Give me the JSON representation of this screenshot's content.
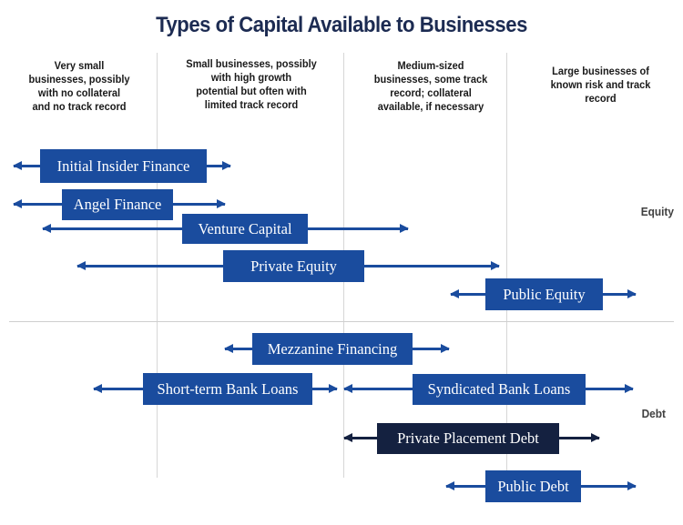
{
  "title": "Types of Capital Available to Businesses",
  "columns": [
    {
      "label": "Very small\nbusinesses, possibly\nwith no collateral\nand no track record"
    },
    {
      "label": "Small businesses, possibly\nwith high growth\npotential but often with\nlimited track record"
    },
    {
      "label": "Medium-sized\nbusinesses, some track\nrecord; collateral\navailable, if necessary"
    },
    {
      "label": "Large businesses of\nknown risk and track\nrecord"
    }
  ],
  "sections": {
    "equity_label": "Equity",
    "debt_label": "Debt"
  },
  "boxes": [
    {
      "label": "Initial Insider Finance",
      "color": "blue"
    },
    {
      "label": "Angel Finance",
      "color": "blue"
    },
    {
      "label": "Venture Capital",
      "color": "blue"
    },
    {
      "label": "Private Equity",
      "color": "blue"
    },
    {
      "label": "Public Equity",
      "color": "blue"
    },
    {
      "label": "Mezzanine Financing",
      "color": "blue"
    },
    {
      "label": "Short-term Bank Loans",
      "color": "blue"
    },
    {
      "label": "Syndicated Bank Loans",
      "color": "blue"
    },
    {
      "label": "Private Placement Debt",
      "color": "dark_navy"
    },
    {
      "label": "Public Debt",
      "color": "blue"
    }
  ],
  "colors": {
    "box_blue": "#1a4c9e",
    "box_dark_navy": "#142140",
    "title_navy": "#1c2b52",
    "divider_gray": "#d6d6d6",
    "section_label_gray": "#404040"
  }
}
